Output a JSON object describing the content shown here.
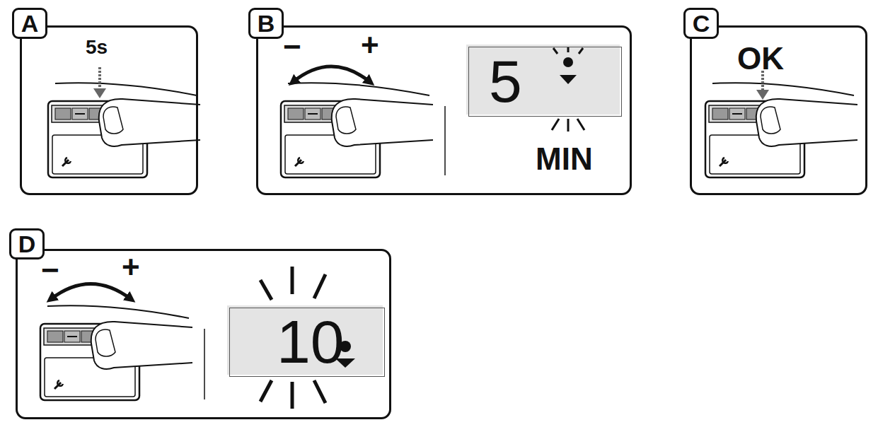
{
  "diagram": {
    "nodes": [
      {
        "text": [
          "A",
          "5s"
        ]
      },
      {
        "text": [
          "B",
          "MIN"
        ]
      },
      {
        "text": [
          "5"
        ],
        "in": 1
      },
      {
        "text": [
          "C",
          "OK"
        ]
      },
      {
        "text": [
          "D"
        ]
      },
      {
        "text": [
          "10"
        ],
        "in": 4
      }
    ],
    "labels": [
      "−",
      "+",
      "−",
      "+"
    ]
  }
}
